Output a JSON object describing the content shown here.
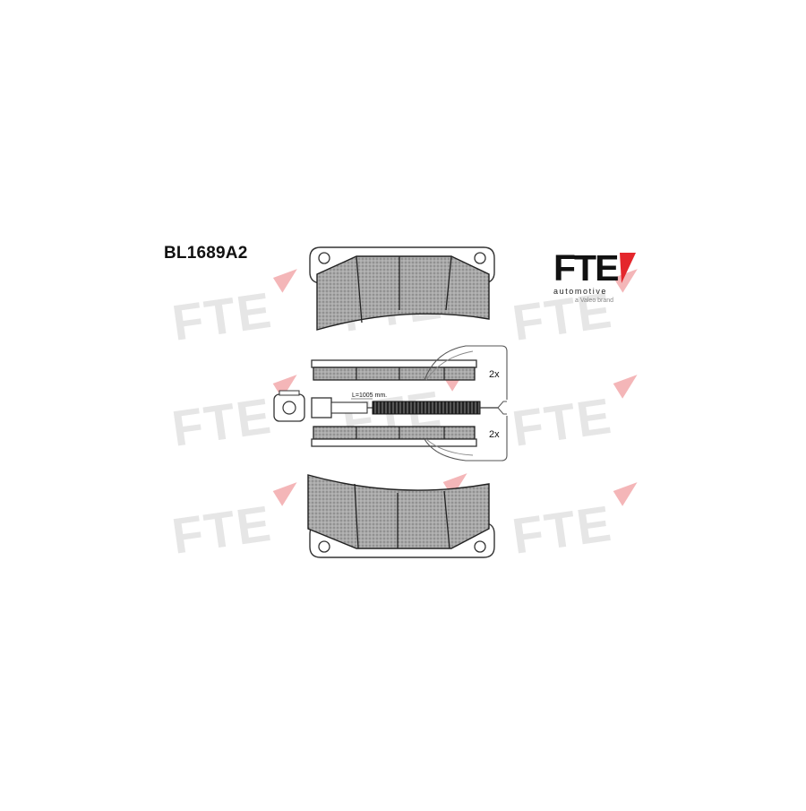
{
  "product": {
    "part_number": "BL1689A2"
  },
  "logo": {
    "wordmark": "FTE",
    "tagline": "automotive",
    "brand_note": "a Valeo brand",
    "accent_color": "#e4262c"
  },
  "watermark": {
    "text": "FTE",
    "color": "#e6e6e6",
    "accent_color": "#f4b6b8"
  },
  "drawing": {
    "quantity_top": "2x",
    "quantity_bottom": "2x",
    "sensor_length_label": "L=1005 mm."
  }
}
